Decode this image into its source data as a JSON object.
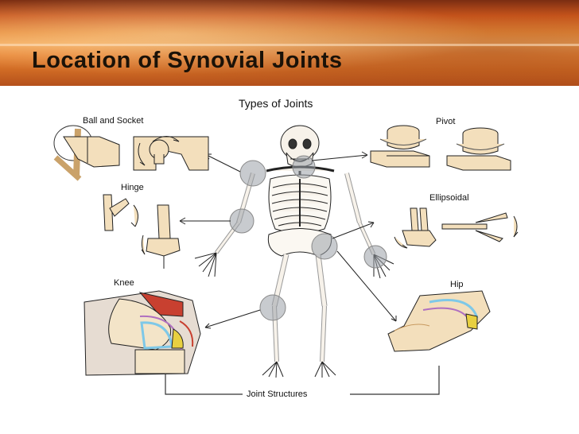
{
  "slide": {
    "title": "Location of Synovial Joints"
  },
  "figure": {
    "heading": "Types of Joints",
    "labels": {
      "ball_socket": "Ball and Socket",
      "pivot": "Pivot",
      "hinge": "Hinge",
      "ellipsoidal": "Ellipsoidal",
      "knee": "Knee",
      "hip": "Hip",
      "joint_structures": "Joint Structures"
    }
  },
  "colors": {
    "banner": "#e08a3c",
    "title": "#1a1208",
    "bone": "#f3e4c8",
    "highlight": "#9aa0a8",
    "cartilage_blue": "#7ec8e8",
    "synovial_yellow": "#e8d040",
    "membrane_purple": "#b070c0",
    "muscle_red": "#c84030"
  }
}
